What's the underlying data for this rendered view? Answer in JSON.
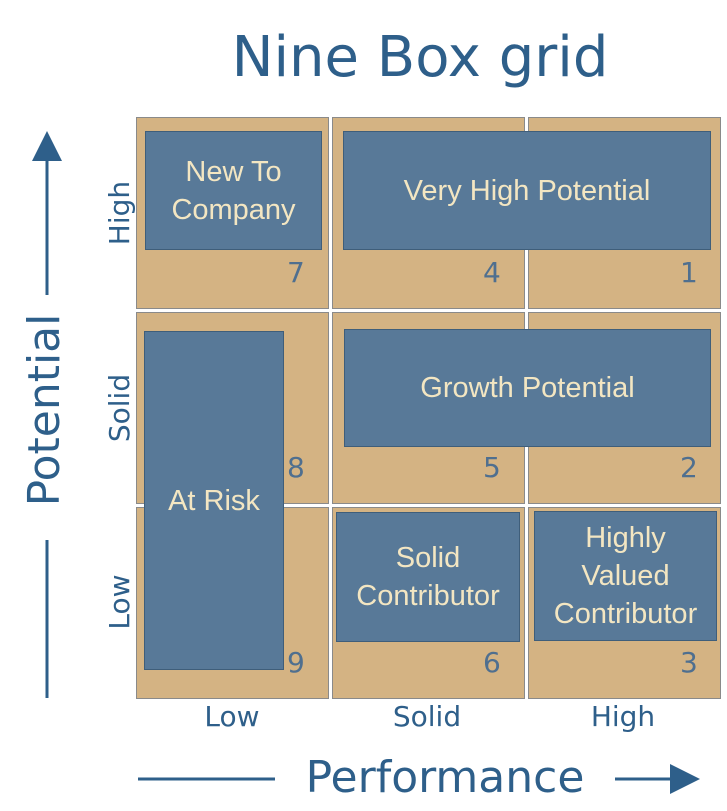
{
  "title": "Nine Box grid",
  "y_axis": {
    "label": "Potential",
    "levels": [
      "High",
      "Solid",
      "Low"
    ]
  },
  "x_axis": {
    "label": "Performance",
    "levels": [
      "Low",
      "Solid",
      "High"
    ]
  },
  "cells": {
    "r0c0": "7",
    "r0c1": "4",
    "r0c2": "1",
    "r1c0": "8",
    "r1c1": "5",
    "r1c2": "2",
    "r2c0": "9",
    "r2c1": "6",
    "r2c2": "3"
  },
  "segments": {
    "new_to_company": "New To Company",
    "very_high_potential": "Very High Potential",
    "growth_potential": "Growth Potential",
    "at_risk": "At Risk",
    "solid_contributor": "Solid Contributor",
    "highly_valued_contributor": "Highly Valued Contributor"
  },
  "colors": {
    "cell_fill": "#d4b383",
    "box_fill": "#587998",
    "box_text": "#f3e6c2",
    "accent": "#2e5f8a"
  }
}
